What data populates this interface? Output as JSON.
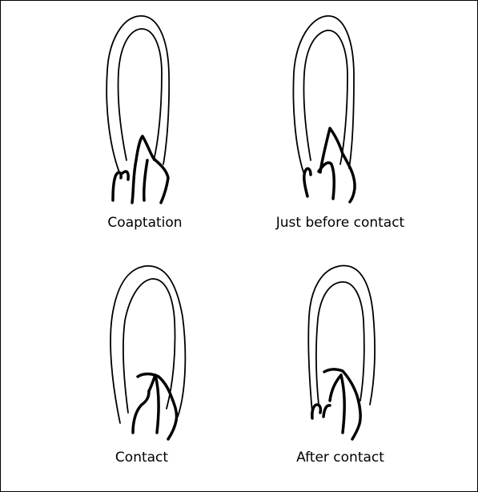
{
  "panels": [
    {
      "label": "Coaptation"
    },
    {
      "label": "Just before contact"
    },
    {
      "label": "Contact"
    },
    {
      "label": "After contact"
    }
  ]
}
